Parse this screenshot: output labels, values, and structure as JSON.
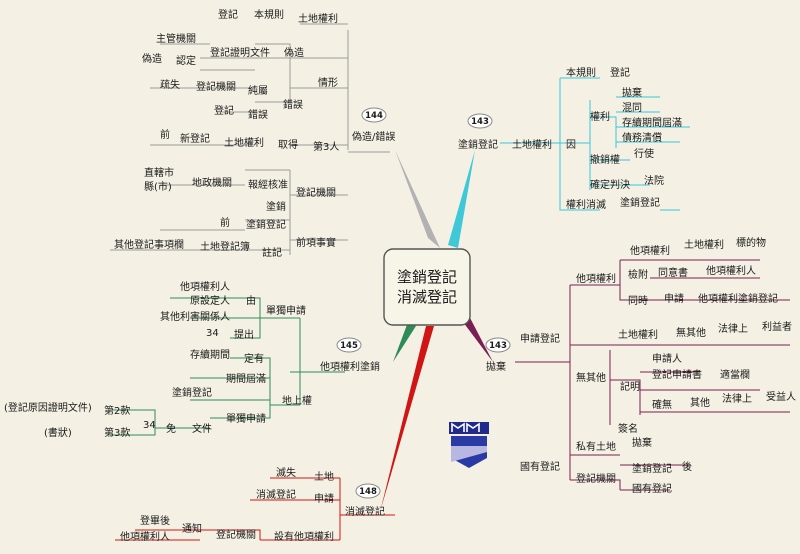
{
  "center": {
    "line1": "塗銷登記",
    "line2": "消滅登記"
  },
  "badges": {
    "b144": "144",
    "b143a": "143",
    "b145": "145",
    "b143b": "143",
    "b148": "148"
  },
  "colors": {
    "grey": "#a9a9a9",
    "cyan": "#38c7d8",
    "green": "#2e8b57",
    "purple": "#7a1f54",
    "red": "#d01515"
  },
  "labels": {
    "denggi1": "登記",
    "benguize1": "本規則",
    "tudiquanli1": "土地權利",
    "zhuguanjiguan": "主管機關",
    "dengjizhengming": "登記證明文件",
    "weizao1": "偽造",
    "weizao2": "偽造",
    "rending": "認定",
    "qingxing": "情形",
    "shushi": "疏失",
    "dengjijiguan1": "登記機關",
    "chunshu": "純屬",
    "cuowu1": "錯誤",
    "denggi2": "登記",
    "cuowu2": "錯誤",
    "qian1": "前",
    "xindengji": "新登記",
    "tudiquanli2": "土地權利",
    "qude": "取得",
    "disanren": "第3人",
    "weizao_cuowu": "偽造/錯誤",
    "zhixiashi": "直轄市",
    "xianshi": "縣(市)",
    "dizhengjiguan": "地政機關",
    "baojinghezhun": "報經核准",
    "dengjijiguan2": "登記機關",
    "tuxiao1": "塗銷",
    "qian2": "前",
    "tuxiaodengji1": "塗銷登記",
    "qianxiangshixiang": "前項事實",
    "qitadengji": "其他登記事項欄",
    "tudidengjibu": "土地登記簿",
    "zhuji": "註記",
    "benguize2": "本規則",
    "denggi3": "登記",
    "tuxiaodengji2": "塗銷登記",
    "tudiquanli3": "土地權利",
    "paoqi1": "拋棄",
    "hunhe": "混同",
    "cunxuqijian": "存續期間屆滿",
    "zhaiwuqingchang": "債務清償",
    "quanli1": "權利",
    "yin": "因",
    "chexiaoquan": "撤銷權",
    "xingshi": "行使",
    "quedingpanjue": "確定判決",
    "fayuan": "法院",
    "quanlixiaomie": "權利消滅",
    "tuxiaodengji3": "塗銷登記",
    "taxiangquanliren1": "他項權利人",
    "yuanshedingren": "原設定人",
    "qitalihai": "其他利害關係人",
    "you": "由",
    "dandushenqing1": "單獨申請",
    "n34a": "34",
    "tichu": "提出",
    "cunxuqijian2": "存續期間",
    "dingyou": "定有",
    "qijianjieman": "期間屆滿",
    "dishangquan": "地上權",
    "tuxiaodengji4": "塗銷登記",
    "dandushenqing2": "單獨申請",
    "dengjiyuanyin": "(登記原因證明文件)",
    "shuzhuang": "(書狀)",
    "di2kuan": "第2款",
    "di3kuan": "第3款",
    "n34b": "34",
    "mian": "免",
    "wenjian": "文件",
    "taxiangquanlituxiao": "他項權利塗銷",
    "taxiangquanli2": "他項權利",
    "tudiquanli4": "土地權利",
    "biaodewu": "標的物",
    "jianfu": "檢附",
    "tongyishu": "同意書",
    "taxiangquanliren2": "他項權利人",
    "tongshi": "同時",
    "shenqing1": "申請",
    "taxiangquanlituxiaodengji": "他項權利塗銷登記",
    "shenqingdengji": "申請登記",
    "paoqi2": "拋棄",
    "tudiquanli5": "土地權利",
    "wuqita1": "無其他",
    "falvshang1": "法律上",
    "liyizhe": "利益者",
    "wuqita2": "無其他",
    "shenqingren": "申請人",
    "dengjishenqingshu": "登記申請書",
    "shidanglan": "適當欄",
    "jiming": "記明",
    "quewu": "確無",
    "qita": "其他",
    "falvshang2": "法律上",
    "shouyiren": "受益人",
    "qianming": "簽名",
    "siyoutudi": "私有土地",
    "paoqi3": "拋棄",
    "guoyoudengji1": "國有登記",
    "dengjijiguan3": "登記機關",
    "tuxiaodengji5": "塗銷登記",
    "hou": "後",
    "guoyoudengji2": "國有登記",
    "mieshi": "滅失",
    "tudi": "土地",
    "xiaomiedengji": "消滅登記",
    "shenqing2": "申請",
    "xiaomiedengji2": "消滅登記",
    "dengjihou": "登畢後",
    "tongzhi": "通知",
    "dengjijiguan4": "登記機關",
    "sheyoutaxiangquanli": "設有他項權利",
    "taxiangquanliren3": "他項權利人"
  }
}
